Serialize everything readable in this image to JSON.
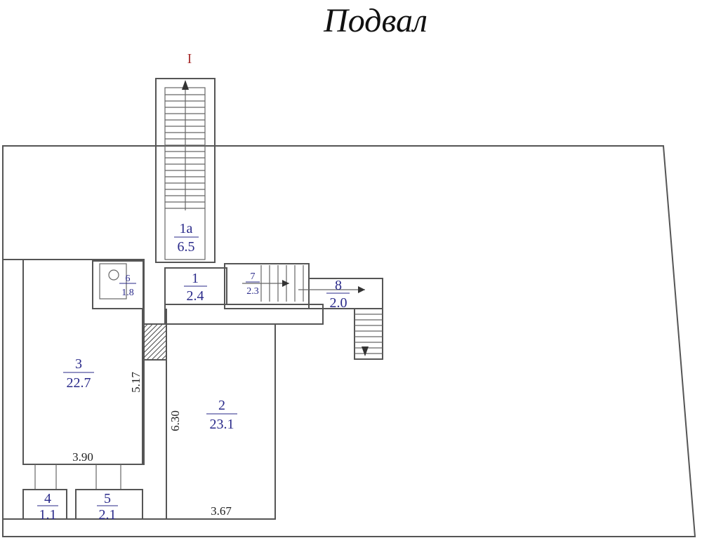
{
  "title": "Подвал",
  "section_mark": "I",
  "rooms": [
    {
      "id": "1a",
      "area": "6.5"
    },
    {
      "id": "1",
      "area": "2.4"
    },
    {
      "id": "6",
      "area": "1.8"
    },
    {
      "id": "7",
      "area": "2.3"
    },
    {
      "id": "8",
      "area": "2.0"
    },
    {
      "id": "3",
      "area": "22.7"
    },
    {
      "id": "2",
      "area": "23.1"
    },
    {
      "id": "4",
      "area": "1.1"
    },
    {
      "id": "5",
      "area": "2.1"
    }
  ],
  "dimensions": {
    "room3_width": "3.90",
    "room3_length": "5.17",
    "room2_length": "6.30",
    "room2_width": "3.67"
  },
  "colors": {
    "wall": "#555555",
    "label": "#2a2a8a",
    "section": "#aa3333"
  }
}
